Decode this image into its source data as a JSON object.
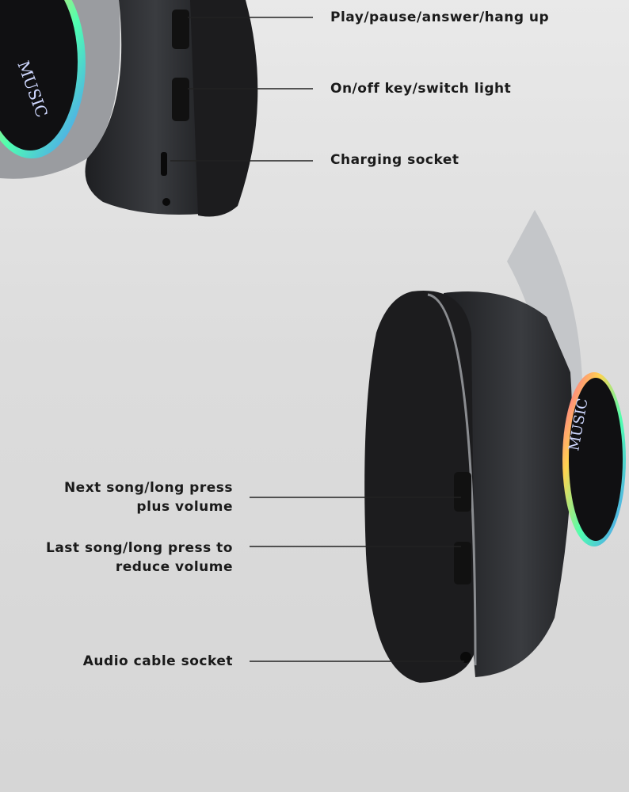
{
  "callouts_top": [
    {
      "label": "Play/pause/answer/hang up"
    },
    {
      "label": "On/off key/switch light"
    },
    {
      "label": "Charging socket"
    }
  ],
  "callouts_bottom": [
    {
      "label_line1": "Next song/long press",
      "label_line2": "plus volume"
    },
    {
      "label_line1": "Last song/long press to",
      "label_line2": "reduce volume"
    },
    {
      "label_line1": "Audio cable socket",
      "label_line2": ""
    }
  ],
  "earcup_text": "MUSIC",
  "colors": {
    "background": "#dedede",
    "earcup": "#2a2b2e",
    "cushion": "#1c1c1e",
    "text": "#1a1a1a"
  }
}
